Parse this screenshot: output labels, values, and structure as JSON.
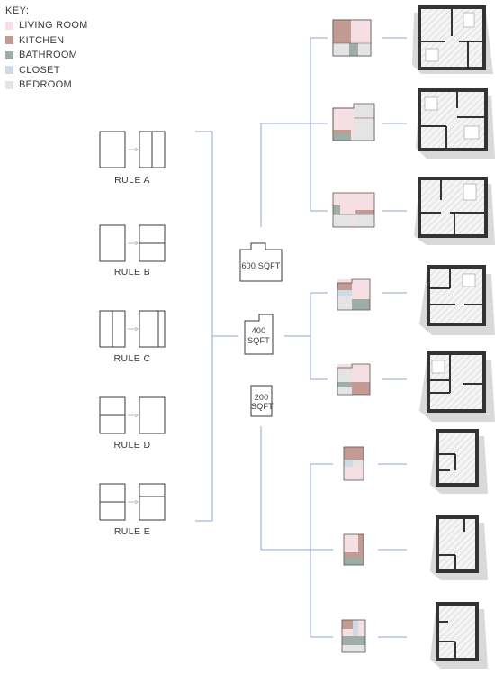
{
  "key": {
    "title": "KEY:",
    "items": [
      {
        "label": "LIVING ROOM",
        "color": "#f6dfe2"
      },
      {
        "label": "KITCHEN",
        "color": "#c49b93"
      },
      {
        "label": "BATHROOM",
        "color": "#9fada7"
      },
      {
        "label": "CLOSET",
        "color": "#cddbe7"
      },
      {
        "label": "BEDROOM",
        "color": "#e4e4e4"
      }
    ]
  },
  "rules": [
    "RULE A",
    "RULE B",
    "RULE C",
    "RULE D",
    "RULE E"
  ],
  "sizes": {
    "s600": "600 SQFT",
    "s400_line1": "400",
    "s400_line2": "SQFT",
    "s200_line1": "200",
    "s200_line2": "SQFT"
  },
  "colors": {
    "connector": "#8fa3d1",
    "outline": "#3a3a3a"
  }
}
